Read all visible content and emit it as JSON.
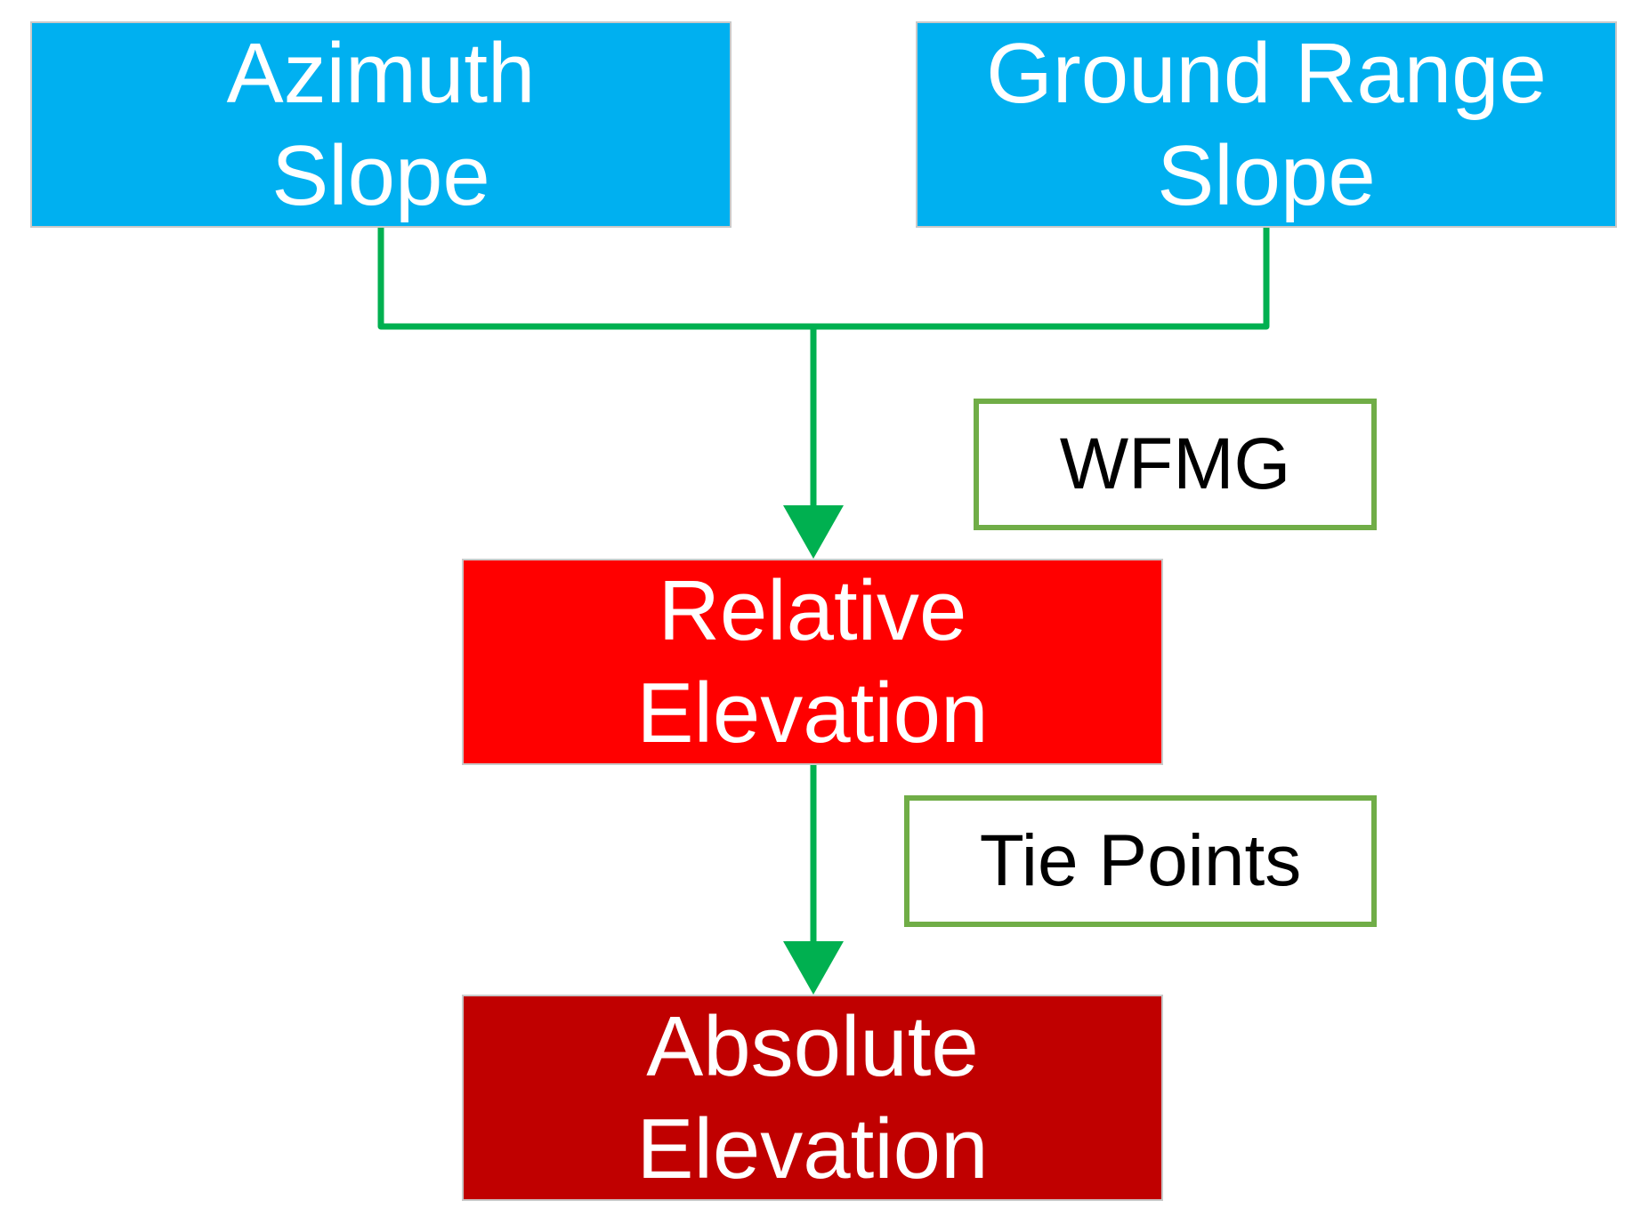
{
  "nodes": {
    "azimuth_slope": {
      "line1": "Azimuth",
      "line2": "Slope",
      "color": "#00b0f0"
    },
    "ground_range_slope": {
      "line1": "Ground Range",
      "line2": "Slope",
      "color": "#00b0f0"
    },
    "relative_elevation": {
      "line1": "Relative",
      "line2": "Elevation",
      "color": "#ff0000"
    },
    "absolute_elevation": {
      "line1": "Absolute",
      "line2": "Elevation",
      "color": "#c00000"
    }
  },
  "edge_labels": {
    "wfmg": "WFMG",
    "tie_points": "Tie Points"
  },
  "colors": {
    "connector": "#00b050",
    "label_border": "#70ad47"
  },
  "edges": [
    {
      "from": "azimuth_slope",
      "to": "relative_elevation",
      "label": "wfmg"
    },
    {
      "from": "ground_range_slope",
      "to": "relative_elevation",
      "label": "wfmg"
    },
    {
      "from": "relative_elevation",
      "to": "absolute_elevation",
      "label": "tie_points"
    }
  ]
}
